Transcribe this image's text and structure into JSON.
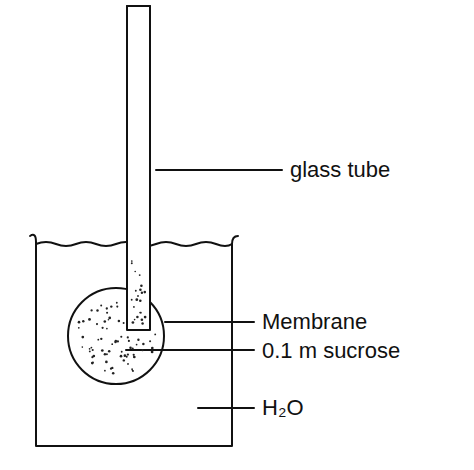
{
  "diagram": {
    "labels": [
      "glass tube",
      "Membrane",
      "0.1 m sucrose",
      "H₂O"
    ]
  }
}
